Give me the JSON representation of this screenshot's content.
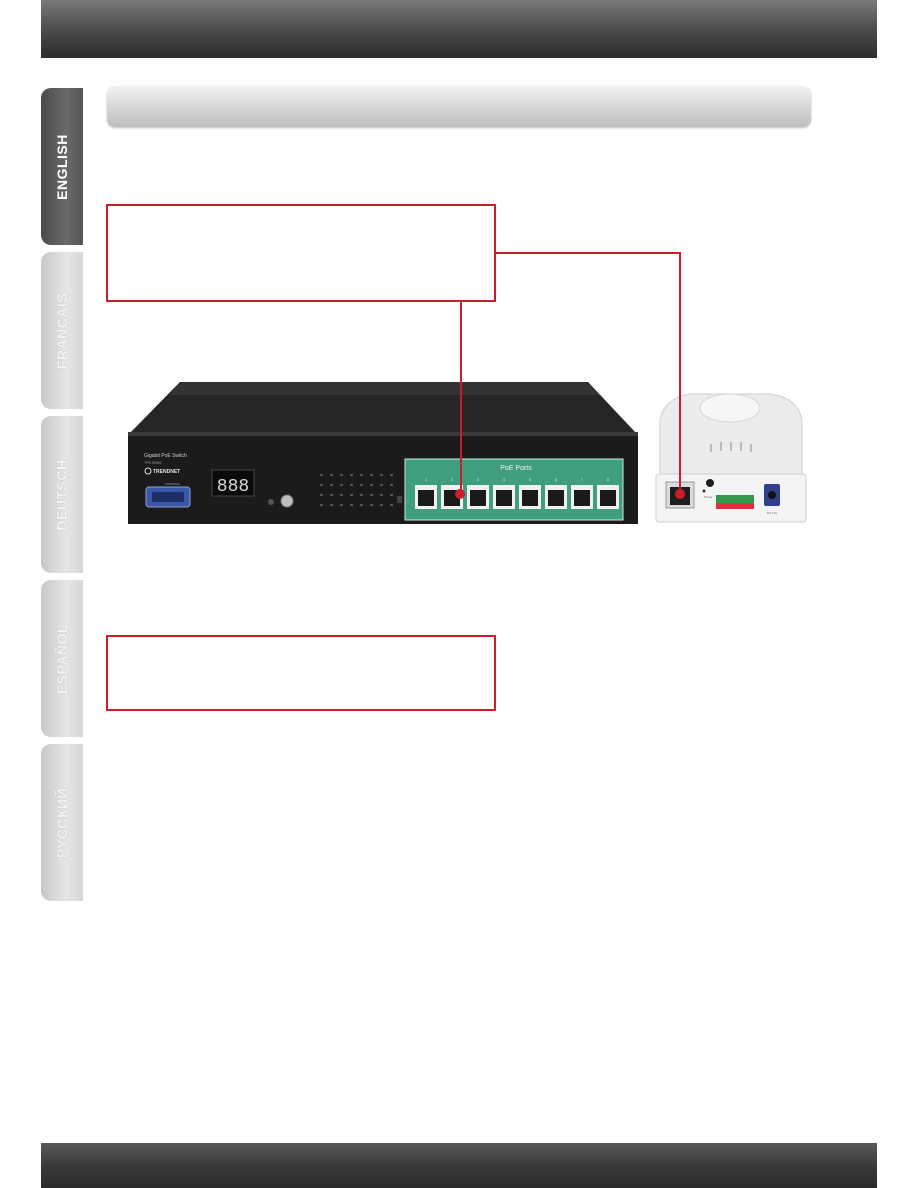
{
  "sidebar": {
    "tabs": [
      {
        "label": "ENGLISH",
        "active": true
      },
      {
        "label": "FRANÇAIS",
        "active": false
      },
      {
        "label": "DEUTSCH",
        "active": false
      },
      {
        "label": "ESPAÑOL",
        "active": false
      },
      {
        "label": "РУССКИЙ",
        "active": false
      }
    ]
  },
  "switch": {
    "model_title": "Gigabit PoE Switch",
    "model_number": "TPE-80WS",
    "brand": "TRENDNET",
    "console_label": "CONSOLE",
    "display_digits": "888",
    "poe_ports_label": "PoE Ports",
    "port_numbers": [
      "1",
      "2",
      "3",
      "4",
      "5",
      "6",
      "7",
      "8"
    ]
  },
  "camera": {
    "power_label": "Power",
    "dc_label": "DC 12V"
  },
  "colors": {
    "accent_red": "#c8202b",
    "poe_panel_green": "#3f9e80"
  }
}
